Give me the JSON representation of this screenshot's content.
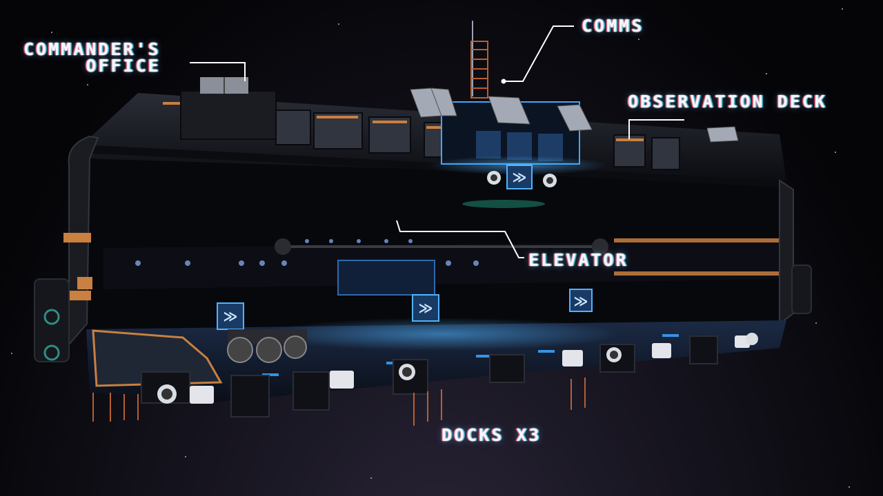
{
  "labels": {
    "commanders_office": "COMMANDER'S\nOFFICE",
    "comms": "COMMS",
    "observation_deck": "OBSERVATION DECK",
    "elevator": "ELEVATOR",
    "docks": "DOCKS X3"
  },
  "colors": {
    "background": "#0a0910",
    "hull": "#15171d",
    "accent_blue": "#3fa7ff",
    "accent_orange": "#d0883f",
    "label_text": "#f4f7ff"
  },
  "icons": [
    "chevron-emblem-icon",
    "tire-icon",
    "vent-icon"
  ]
}
